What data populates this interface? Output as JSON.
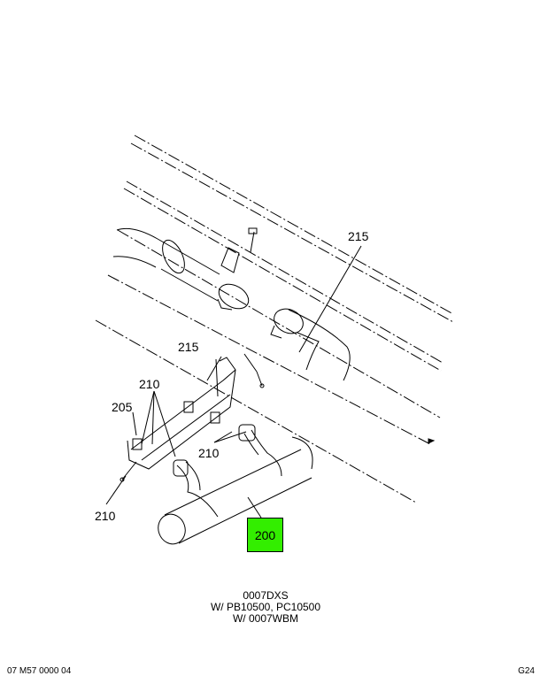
{
  "callouts": {
    "c215_top": "215",
    "c215_mid": "215",
    "c210_left": "210",
    "c205": "205",
    "c210_right": "210",
    "c210_bottom": "210",
    "c200": "200"
  },
  "caption": {
    "line1": "0007DXS",
    "line2": "W/ PB10500, PC10500",
    "line3": "W/ 0007WBM"
  },
  "footer": {
    "left": "07 M57 0000 04",
    "right": "G24"
  },
  "colors": {
    "highlight": "#33ee00",
    "line": "#000000"
  }
}
